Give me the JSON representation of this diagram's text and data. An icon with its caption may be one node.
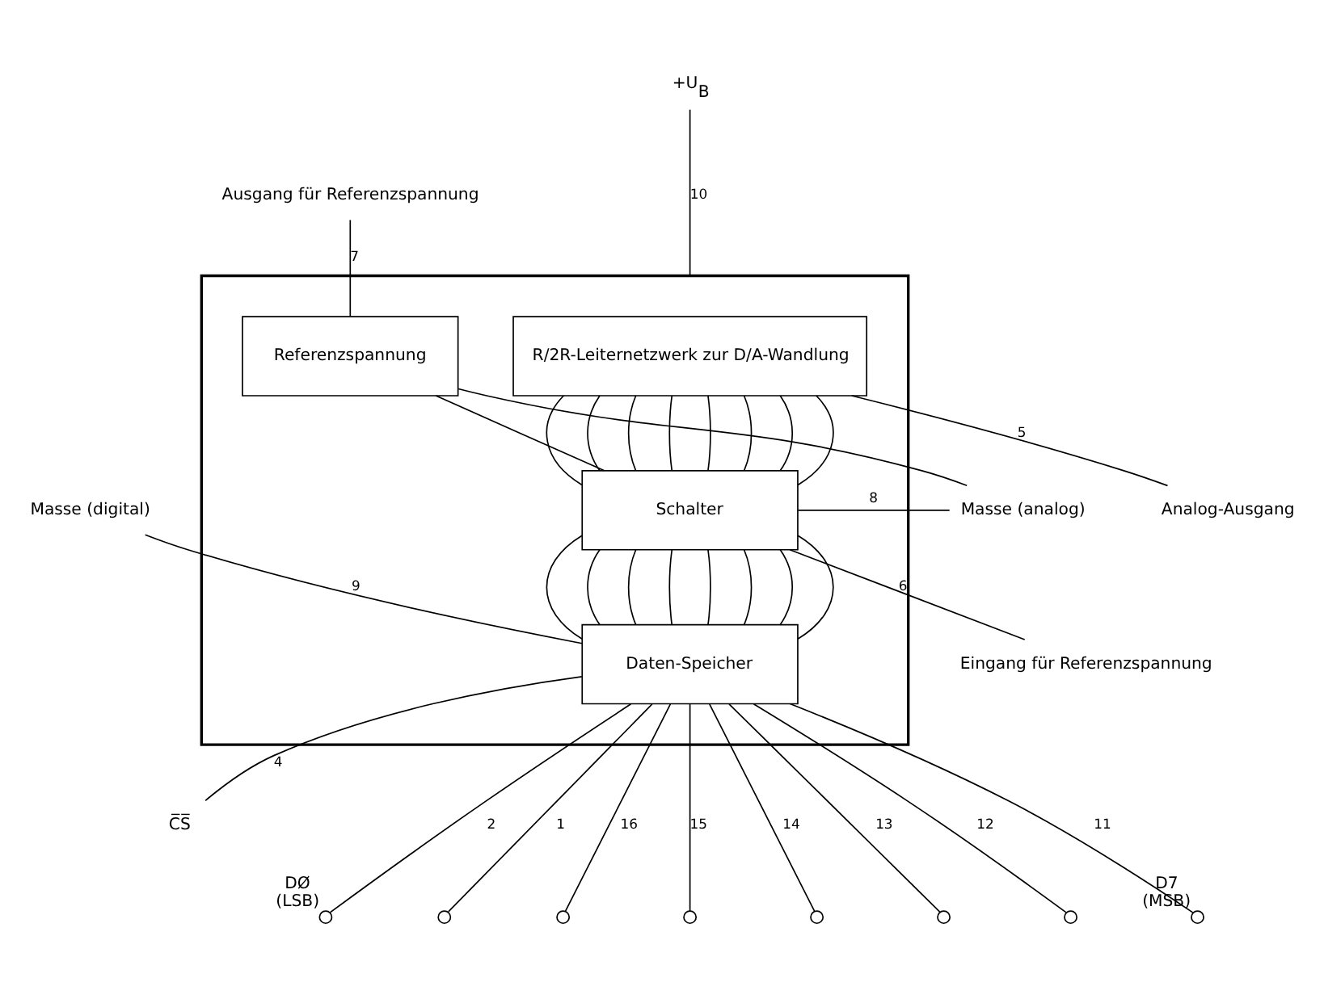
{
  "diagram": {
    "nodes": [
      {
        "text": [],
        "shape": "box"
      },
      {
        "text": [
          "R/2R-Leiternetzwerk zur D/A-Wandlung"
        ],
        "in": 0
      },
      {
        "text": [
          "Referenzspannung"
        ],
        "in": 0
      },
      {
        "text": [
          "Schalter"
        ],
        "in": 0
      },
      {
        "text": [
          "Daten-Speicher"
        ],
        "in": 0
      },
      {
        "text": [
          "Ausgang für Referenzspannung"
        ]
      },
      {
        "text": [
          "Masse (analog)"
        ]
      },
      {
        "text": [
          "+U$_{B}$"
        ]
      },
      {
        "text": [
          "Masse (digital)"
        ]
      },
      {
        "text": [
          "Analog-Ausgang"
        ]
      },
      {
        "text": [
          "Eingang für Referenzspannung"
        ]
      },
      {
        "text": [
          "C̅S̅"
        ]
      },
      {
        "text": [],
        "shape": "circle",
        "beside": [
          "DØ",
          "(LSB)"
        ]
      },
      {
        "text": [],
        "shape": "circle"
      },
      {
        "text": [],
        "shape": "circle"
      },
      {
        "text": [],
        "shape": "circle"
      },
      {
        "text": [],
        "shape": "circle"
      },
      {
        "text": [],
        "shape": "circle"
      },
      {
        "text": [],
        "shape": "circle"
      },
      {
        "text": [],
        "shape": "circle",
        "beside": [
          "D7",
          "(MSB)"
        ]
      }
    ],
    "edges": [
      {
        "from": 5,
        "to": 2,
        "arrow": "none",
        "label": "7"
      },
      {
        "from": 6,
        "to": 3,
        "arrow": "none",
        "label": "8"
      },
      {
        "from": 2,
        "to": 6,
        "arrow": "none"
      },
      {
        "from": 2,
        "to": 3,
        "arrow": "none"
      },
      {
        "from": 7,
        "to": 0,
        "arrow": "none",
        "label": "10"
      },
      {
        "from": 8,
        "to": 4,
        "arrow": "none",
        "label": "9"
      },
      {
        "from": 1,
        "to": 9,
        "arrow": "none",
        "label": "5"
      },
      {
        "from": 3,
        "to": 10,
        "arrow": "none",
        "label": "6"
      },
      {
        "from": 4,
        "to": 11,
        "arrow": "none",
        "label": "4"
      },
      {
        "from": 1,
        "to": 3,
        "arrow": "none"
      },
      {
        "from": 1,
        "to": 3,
        "arrow": "none"
      },
      {
        "from": 1,
        "to": 3,
        "arrow": "none"
      },
      {
        "from": 1,
        "to": 3,
        "arrow": "none"
      },
      {
        "from": 1,
        "to": 3,
        "arrow": "none"
      },
      {
        "from": 1,
        "to": 3,
        "arrow": "none"
      },
      {
        "from": 1,
        "to": 3,
        "arrow": "none"
      },
      {
        "from": 1,
        "to": 3,
        "arrow": "none"
      },
      {
        "from": 3,
        "to": 4,
        "arrow": "none"
      },
      {
        "from": 3,
        "to": 4,
        "arrow": "none"
      },
      {
        "from": 3,
        "to": 4,
        "arrow": "none"
      },
      {
        "from": 3,
        "to": 4,
        "arrow": "none"
      },
      {
        "from": 3,
        "to": 4,
        "arrow": "none"
      },
      {
        "from": 3,
        "to": 4,
        "arrow": "none"
      },
      {
        "from": 3,
        "to": 4,
        "arrow": "none"
      },
      {
        "from": 3,
        "to": 4,
        "arrow": "none"
      },
      {
        "from": 4,
        "to": 12,
        "arrow": "none",
        "label": "2"
      },
      {
        "from": 4,
        "to": 13,
        "arrow": "none",
        "label": "1"
      },
      {
        "from": 4,
        "to": 14,
        "arrow": "none",
        "label": "16"
      },
      {
        "from": 4,
        "to": 15,
        "arrow": "none",
        "label": "15"
      },
      {
        "from": 4,
        "to": 16,
        "arrow": "none",
        "label": "14"
      },
      {
        "from": 4,
        "to": 17,
        "arrow": "none",
        "label": "13"
      },
      {
        "from": 4,
        "to": 18,
        "arrow": "none",
        "label": "12"
      },
      {
        "from": 4,
        "to": 19,
        "arrow": "none",
        "label": "11"
      }
    ]
  }
}
